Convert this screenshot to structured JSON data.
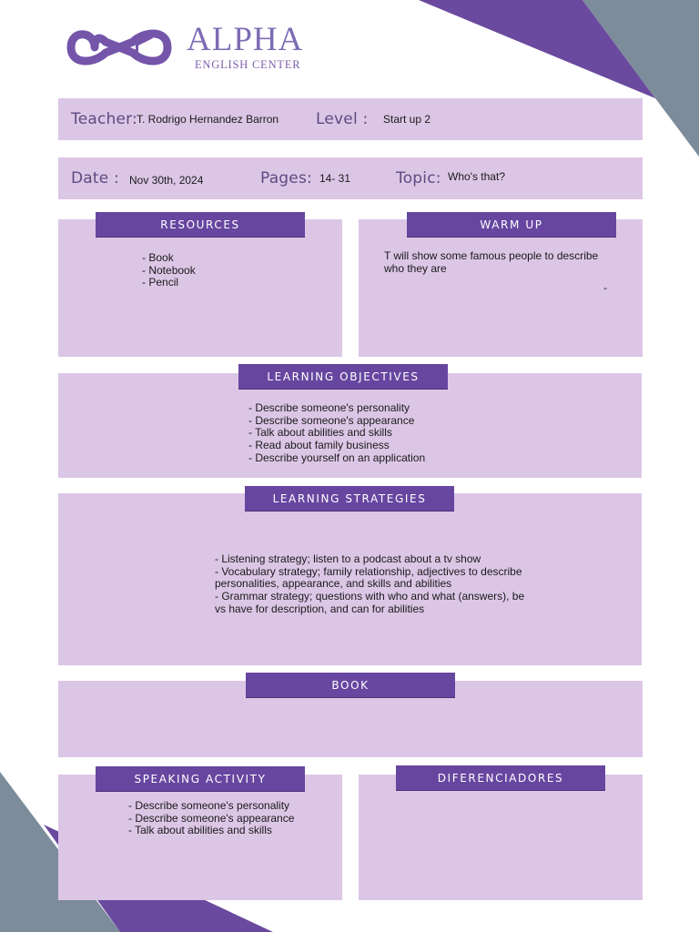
{
  "brand": {
    "name": "ALPHA",
    "subtitle": "ENGLISH CENTER",
    "logo_icon": "infinity-flag-logo-icon",
    "color_primary": "#6746a0",
    "color_panel": "#dcc6e6",
    "color_gray": "#7c8c9b"
  },
  "header": {
    "teacher_label": "Teacher:",
    "teacher_value": "T. Rodrigo Hernandez Barron",
    "level_label": "Level :",
    "level_value": "Start up 2",
    "date_label": "Date :",
    "date_value": "Nov 30th, 2024",
    "pages_label": "Pages:",
    "pages_value": "14- 31",
    "topic_label": "Topic:",
    "topic_value": "Who's that?"
  },
  "resources": {
    "title": "RESOURCES",
    "items": [
      "Book",
      "Notebook",
      "Pencil"
    ]
  },
  "warm_up": {
    "title": "WARM UP",
    "text": "T will show some famous people to describe who they are",
    "mark": "-"
  },
  "learning_objectives": {
    "title": "LEARNING OBJECTIVES",
    "items": [
      "Describe someone's personality",
      "Describe someone's appearance",
      "Talk about abilities and skills",
      "Read about family business",
      "Describe yourself on an application"
    ]
  },
  "learning_strategies": {
    "title": "LEARNING STRATEGIES",
    "items": [
      "Listening strategy; listen to a podcast about a tv show",
      "Vocabulary strategy; family relationship, adjectives to describe personalities, appearance, and skills and abilities",
      "Grammar strategy; questions with who and what (answers),  be vs have for description, and can for abilities"
    ]
  },
  "book": {
    "title": "BOOK"
  },
  "speaking_activity": {
    "title": "SPEAKING ACTIVITY",
    "items": [
      "Describe someone's personality",
      "Describe someone's appearance",
      "Talk about abilities and skills"
    ]
  },
  "diferenciadores": {
    "title": "DIFERENCIADORES"
  }
}
